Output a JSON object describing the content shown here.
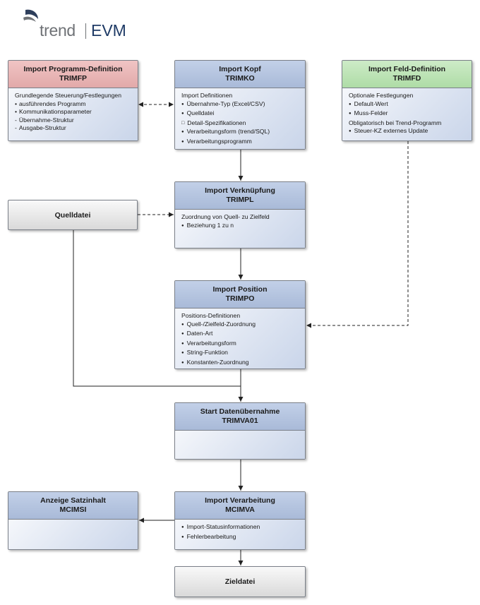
{
  "logo": {
    "brand": "trend",
    "product": "EVM"
  },
  "boxes": {
    "trimfp": {
      "title": "Import Programm-Definition",
      "code": "TRIMFP",
      "lines": [
        {
          "t": "Grundlegende Steuerung/Festlegungen",
          "b": "none"
        },
        {
          "t": "ausführendes Programm",
          "b": "bul"
        },
        {
          "t": "Kommunikationsparameter",
          "b": "bul"
        },
        {
          "t": "Übernahme-Struktur",
          "b": "dash"
        },
        {
          "t": "Ausgabe-Struktur",
          "b": "dash"
        }
      ]
    },
    "trimko": {
      "title": "Import Kopf",
      "code": "TRIMKO",
      "lines": [
        {
          "t": "Import Definitionen",
          "b": "none"
        },
        {
          "t": "Übernahme-Typ (Excel/CSV)",
          "b": "dot"
        },
        {
          "t": "Quelldatei",
          "b": "dot"
        },
        {
          "t": "Detail-Spezifikationen",
          "b": "sq"
        },
        {
          "t": "Verarbeitungsform (trend/SQL)",
          "b": "dot"
        },
        {
          "t": "Verarbeitungsprogramm",
          "b": "dot"
        }
      ]
    },
    "trimfd": {
      "title": "Import Feld-Definition",
      "code": "TRIMFD",
      "lines": [
        {
          "t": "Optionale Festlegungen",
          "b": "none"
        },
        {
          "t": "Default-Wert",
          "b": "dot"
        },
        {
          "t": "Muss-Felder",
          "b": "dot"
        },
        {
          "t": "Obligatorisch bei Trend-Programm",
          "b": "none"
        },
        {
          "t": "Steuer-KZ externes Update",
          "b": "dot"
        }
      ]
    },
    "trimpl": {
      "title": "Import Verknüpfung",
      "code": "TRIMPL",
      "lines": [
        {
          "t": "Zuordnung von Quell- zu Zielfeld",
          "b": "none"
        },
        {
          "t": "Beziehung 1 zu n",
          "b": "dot"
        }
      ]
    },
    "trimpo": {
      "title": "Import Position",
      "code": "TRIMPO",
      "lines": [
        {
          "t": "Positions-Definitionen",
          "b": "none"
        },
        {
          "t": "Quell-/Zielfeld-Zuordnung",
          "b": "dot"
        },
        {
          "t": "Daten-Art",
          "b": "dot"
        },
        {
          "t": "Verarbeitungsform",
          "b": "dot"
        },
        {
          "t": "String-Funktion",
          "b": "dot"
        },
        {
          "t": "Konstanten-Zuordnung",
          "b": "dot"
        }
      ]
    },
    "trimva01": {
      "title": "Start Datenübernahme",
      "code": "TRIMVA01",
      "lines": []
    },
    "mcimva": {
      "title": "Import Verarbeitung",
      "code": "MCIMVA",
      "lines": [
        {
          "t": "Import-Statusinformationen",
          "b": "dot"
        },
        {
          "t": "Fehlerbearbeitung",
          "b": "dot"
        }
      ]
    },
    "mcimsi": {
      "title": "Anzeige Satzinhalt",
      "code": "MCIMSI",
      "lines": []
    }
  },
  "quelldatei": "Quelldatei",
  "zieldatei": "Zieldatei"
}
